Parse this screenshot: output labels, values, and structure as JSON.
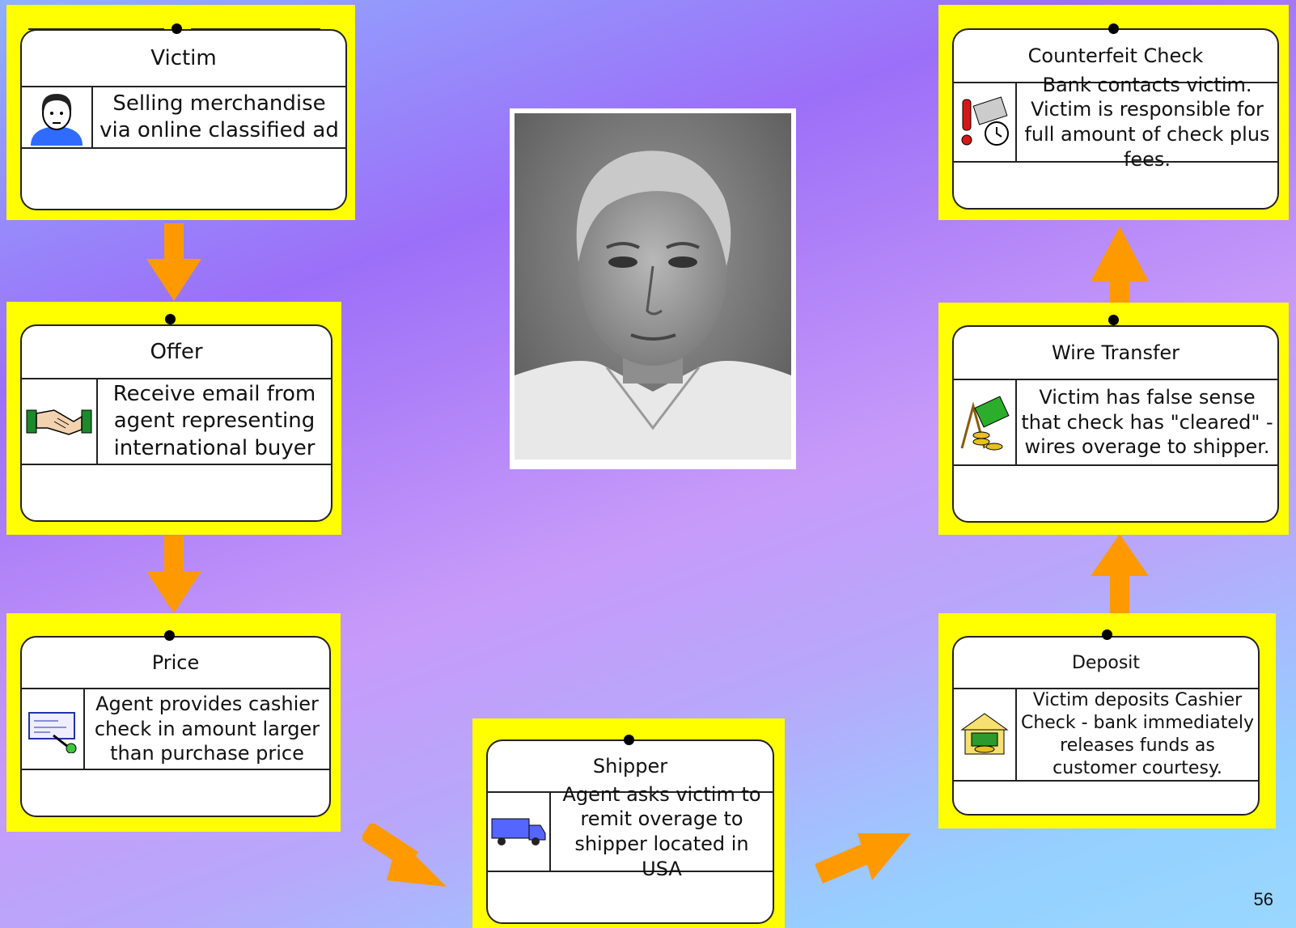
{
  "steps": [
    {
      "id": "victim",
      "title": "Victim",
      "description": "Selling merchandise via online classified ad",
      "icon": "person-icon"
    },
    {
      "id": "offer",
      "title": "Offer",
      "description": "Receive email from agent representing international buyer",
      "icon": "handshake-icon"
    },
    {
      "id": "price",
      "title": "Price",
      "description": "Agent provides cashier check in amount larger than purchase price",
      "icon": "check-signing-icon"
    },
    {
      "id": "shipper",
      "title": "Shipper",
      "description": "Agent asks victim to remit overage to shipper located in USA",
      "icon": "truck-icon"
    },
    {
      "id": "deposit",
      "title": "Deposit",
      "description": "Victim deposits Cashier Check - bank immediately releases funds as customer courtesy.",
      "icon": "bank-deposit-icon"
    },
    {
      "id": "wire",
      "title": "Wire Transfer",
      "description": "Victim has false sense that check has \"cleared\" - wires overage to shipper.",
      "icon": "money-transfer-icon"
    },
    {
      "id": "counterfeit",
      "title": "Counterfeit Check",
      "description": "Bank contacts victim.  Victim is responsible for full amount of check plus fees.",
      "icon": "alert-check-icon"
    }
  ],
  "photo": {
    "icon": "portrait-photo"
  },
  "colors": {
    "frame": "#ffff00",
    "arrow": "#ff9900"
  },
  "page_number": "56"
}
